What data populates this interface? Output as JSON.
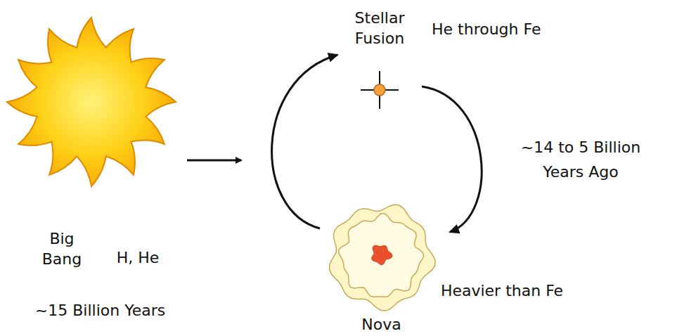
{
  "diagram": {
    "nodes": [
      {
        "text": [
          "Big Bang",
          "H, He",
          "~15 Billion Years"
        ]
      },
      {
        "text": [
          "Stellar Fusion",
          "He through Fe"
        ]
      },
      {
        "text": [
          "Nova",
          "Heavier than Fe"
        ]
      }
    ],
    "edges": [
      {
        "from": 1,
        "to": 2,
        "arrow": "to"
      },
      {
        "from": 2,
        "to": 1,
        "arrow": "to"
      }
    ],
    "labels": [
      "~14 to 5 Billion Years Ago"
    ]
  }
}
